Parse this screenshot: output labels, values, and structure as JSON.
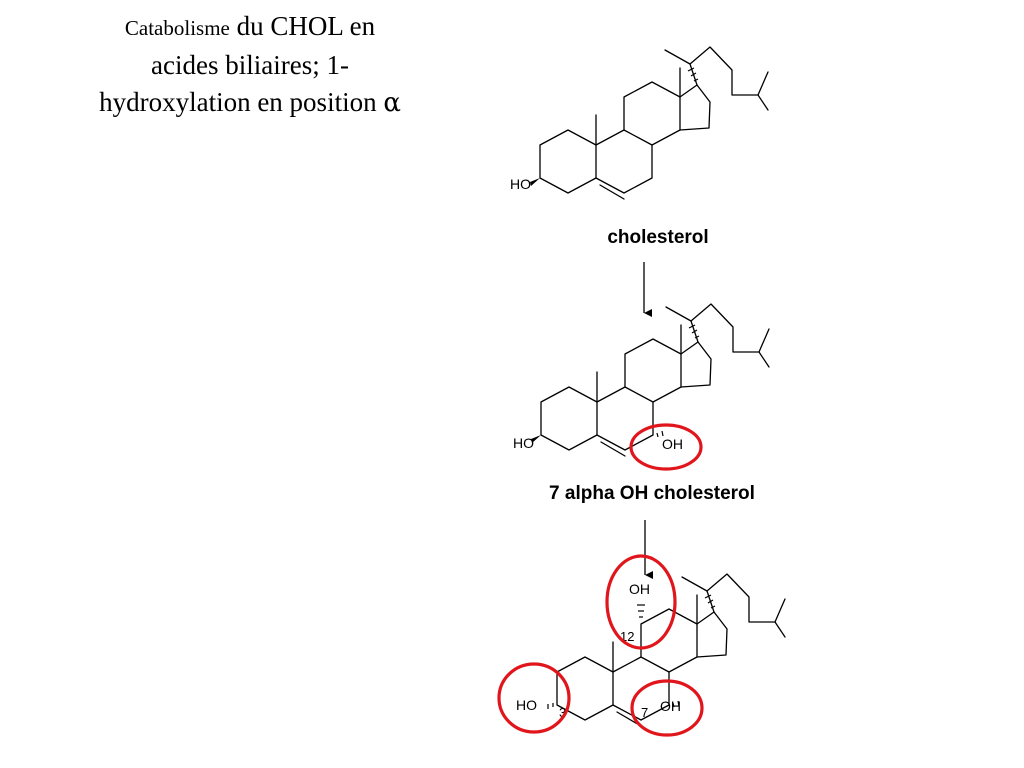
{
  "title": {
    "part1": "Catabolisme",
    "part2": " du CHOL en",
    "line2": "acides biliaires; 1-",
    "line3": "hydroxylation en position ",
    "greek": "α"
  },
  "molecules": [
    {
      "name": "cholesterol",
      "labels": {
        "ho3": "HO"
      }
    },
    {
      "name": "7 alpha OH cholesterol",
      "labels": {
        "ho3": "HO",
        "oh7": "OH"
      }
    },
    {
      "labels": {
        "ho3": "HO",
        "oh7": "OH",
        "oh12": "OH",
        "n3": "3",
        "n7": "7",
        "n12": "12"
      }
    }
  ],
  "colors": {
    "highlight": "#e0161c",
    "ink": "#000000"
  }
}
